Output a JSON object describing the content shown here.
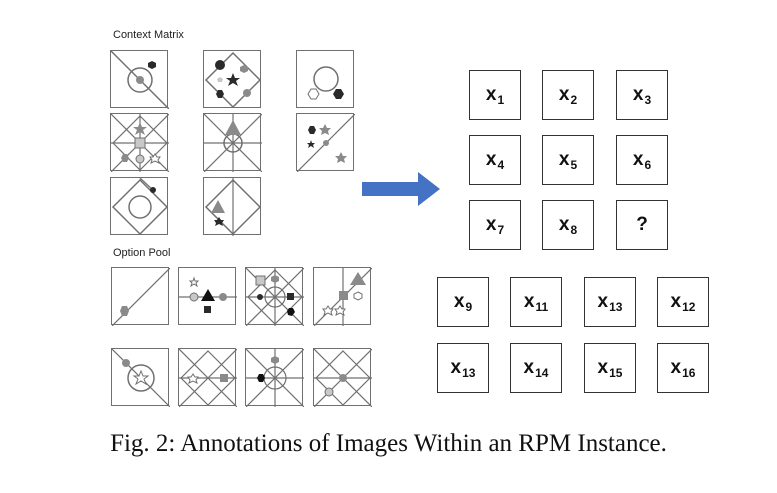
{
  "labels": {
    "context_matrix": "Context Matrix",
    "option_pool": "Option Pool"
  },
  "grid_a": [
    {
      "sym": "x",
      "sub": "1"
    },
    {
      "sym": "x",
      "sub": "2"
    },
    {
      "sym": "x",
      "sub": "3"
    },
    {
      "sym": "x",
      "sub": "4"
    },
    {
      "sym": "x",
      "sub": "5"
    },
    {
      "sym": "x",
      "sub": "6"
    },
    {
      "sym": "x",
      "sub": "7"
    },
    {
      "sym": "x",
      "sub": "8"
    },
    {
      "sym": "?",
      "sub": ""
    }
  ],
  "grid_b": [
    {
      "sym": "x",
      "sub": "9"
    },
    {
      "sym": "x",
      "sub": "11"
    },
    {
      "sym": "x",
      "sub": "13"
    },
    {
      "sym": "x",
      "sub": "12"
    },
    {
      "sym": "x",
      "sub": "13"
    },
    {
      "sym": "x",
      "sub": "14"
    },
    {
      "sym": "x",
      "sub": "15"
    },
    {
      "sym": "x",
      "sub": "16"
    }
  ],
  "caption": "Fig. 2: Annotations of Images Within an RPM Instance.",
  "colors": {
    "arrow": "#4472c4",
    "line": "#707070",
    "dark_fill": "#2a2a2a",
    "mid_fill": "#8a8a8a",
    "light_fill": "#c8c8c8"
  }
}
